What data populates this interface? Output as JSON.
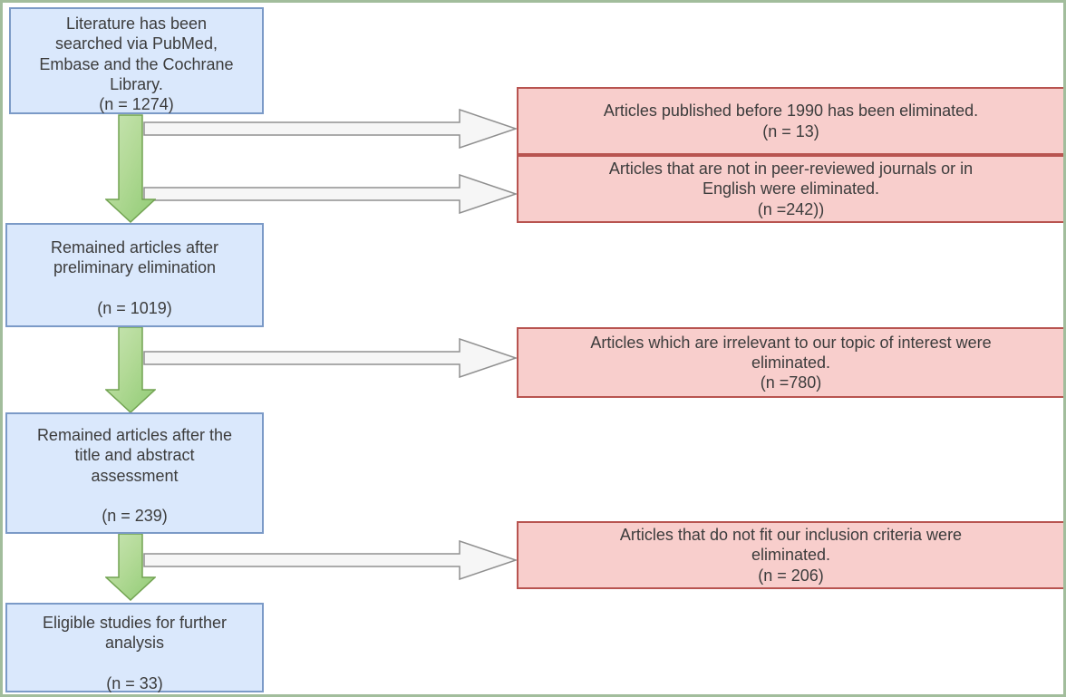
{
  "flow": {
    "stages": [
      {
        "label": "Literature has been\nsearched via PubMed,\nEmbase and the Cochrane\nLibrary.\n(n = 1274)",
        "n": 1274
      },
      {
        "label": "Remained articles after\npreliminary elimination\n\n(n = 1019)",
        "n": 1019
      },
      {
        "label": "Remained articles after the\ntitle and abstract\nassessment\n\n(n = 239)",
        "n": 239
      },
      {
        "label": "Eligible studies for further\nanalysis\n\n(n = 33)",
        "n": 33
      }
    ],
    "exclusions": [
      {
        "label": "Articles published before 1990 has been eliminated.\n(n = 13)",
        "n": 13
      },
      {
        "label": "Articles that are not in peer-reviewed journals or in\nEnglish were eliminated.\n(n =242))",
        "n": 242
      },
      {
        "label": "Articles which are irrelevant to our topic of interest were\neliminated.\n(n =780)",
        "n": 780
      },
      {
        "label": "Articles that do not fit our inclusion criteria were\neliminated.\n(n = 206)",
        "n": 206
      }
    ],
    "colors": {
      "canvas-border": "#a2bd9c",
      "stage-fill": "#dae8fc",
      "stage-border": "#7b9ac7",
      "exclusion-fill": "#f8cecc",
      "exclusion-border": "#b85450",
      "down-arrow-fill-light": "#c9e5b4",
      "down-arrow-fill-dark": "#90cb74",
      "down-arrow-border": "#72a352",
      "side-arrow-fill": "#f6f6f6",
      "side-arrow-border": "#909090",
      "text": "#3c3c3c"
    }
  }
}
